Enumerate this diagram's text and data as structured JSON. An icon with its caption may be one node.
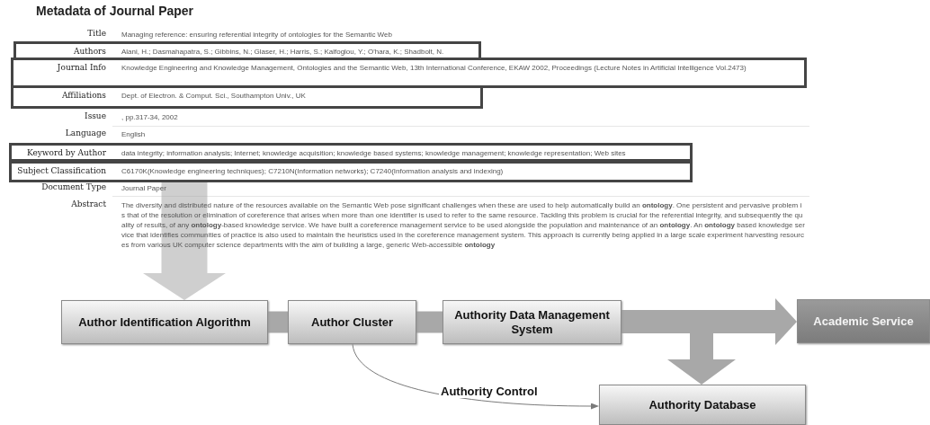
{
  "diagram": {
    "title": "Metadata of Journal Paper",
    "nodes": [
      {
        "text": [
          "Authors",
          "Alani, H.; Dasmahapatra, S.; Gibbins, N.; Glaser, H.; Harris, S.; Kalfoglou, Y.; O'hara, K.; Shadbolt, N."
        ]
      },
      {
        "text": [
          "Journal Info",
          "Knowledge Engineering and Knowledge Management, Ontologies and the Semantic Web, 13th International Conference, EKAW 2002, Proceedings (Lecture Notes in Artificial Intelligence Vol.2473)"
        ]
      },
      {
        "text": [
          "Affiliations",
          "Dept. of Electron. & Comput. Sci., Southampton Univ., UK"
        ]
      },
      {
        "text": [
          "Keyword by Author",
          "data integrity; information analysis; Internet; knowledge acquisition; knowledge based systems; knowledge management; knowledge representation; Web sites"
        ]
      },
      {
        "text": [
          "Subject Classification",
          "C6170K(Knowledge engineering techniques); C7210N(Information networks); C7240(Information analysis and indexing)"
        ]
      },
      {
        "text": [
          "Author Identification Algorithm"
        ]
      },
      {
        "text": [
          "Author Cluster"
        ]
      },
      {
        "text": [
          "Authority Data Management System"
        ]
      },
      {
        "text": [
          "Academic Service"
        ]
      },
      {
        "text": [
          "Authority Database"
        ]
      }
    ],
    "edges": [
      {
        "from": 4,
        "to": 5,
        "arrow": "to",
        "style": "thick"
      },
      {
        "from": 5,
        "to": 6,
        "arrow": "none"
      },
      {
        "from": 6,
        "to": 7,
        "arrow": "none"
      },
      {
        "from": 7,
        "to": 8,
        "arrow": "to"
      },
      {
        "from": 7,
        "to": 9,
        "arrow": "to"
      },
      {
        "from": 6,
        "to": 9,
        "arrow": "to",
        "label": "Authority Control",
        "color": "#7a7a7a"
      }
    ],
    "labels": [
      "Title",
      "Managing reference: ensuring referential integrity of ontologies for the Semantic Web",
      "Issue",
      ", pp.317-34, 2002",
      "Language",
      "English",
      "Document Type",
      "Journal Paper",
      "Abstract",
      "The diversity and distributed nature of the resources available on the Semantic Web pose significant challenges when these are used to help automatically build an **ontology**. One persistent and pervasive problem is that of the resolution or elimination of coreference that arises when more than one identifier is used to refer to the same resource. Tackling this problem is crucial for the referential integrity, and subsequently the quality of results, of any **ontology**-based knowledge service. We have built a coreference management service to be used alongside the population and maintenance of an **ontology**. An **ontology** based knowledge service that identifies communities of practice is also used to maintain the heuristics used in the coreference management system. This approach is currently being applied in a large scale experiment harvesting resources from various UK computer science departments with the aim of building a large, generic Web-accessible **ontology**"
    ]
  }
}
